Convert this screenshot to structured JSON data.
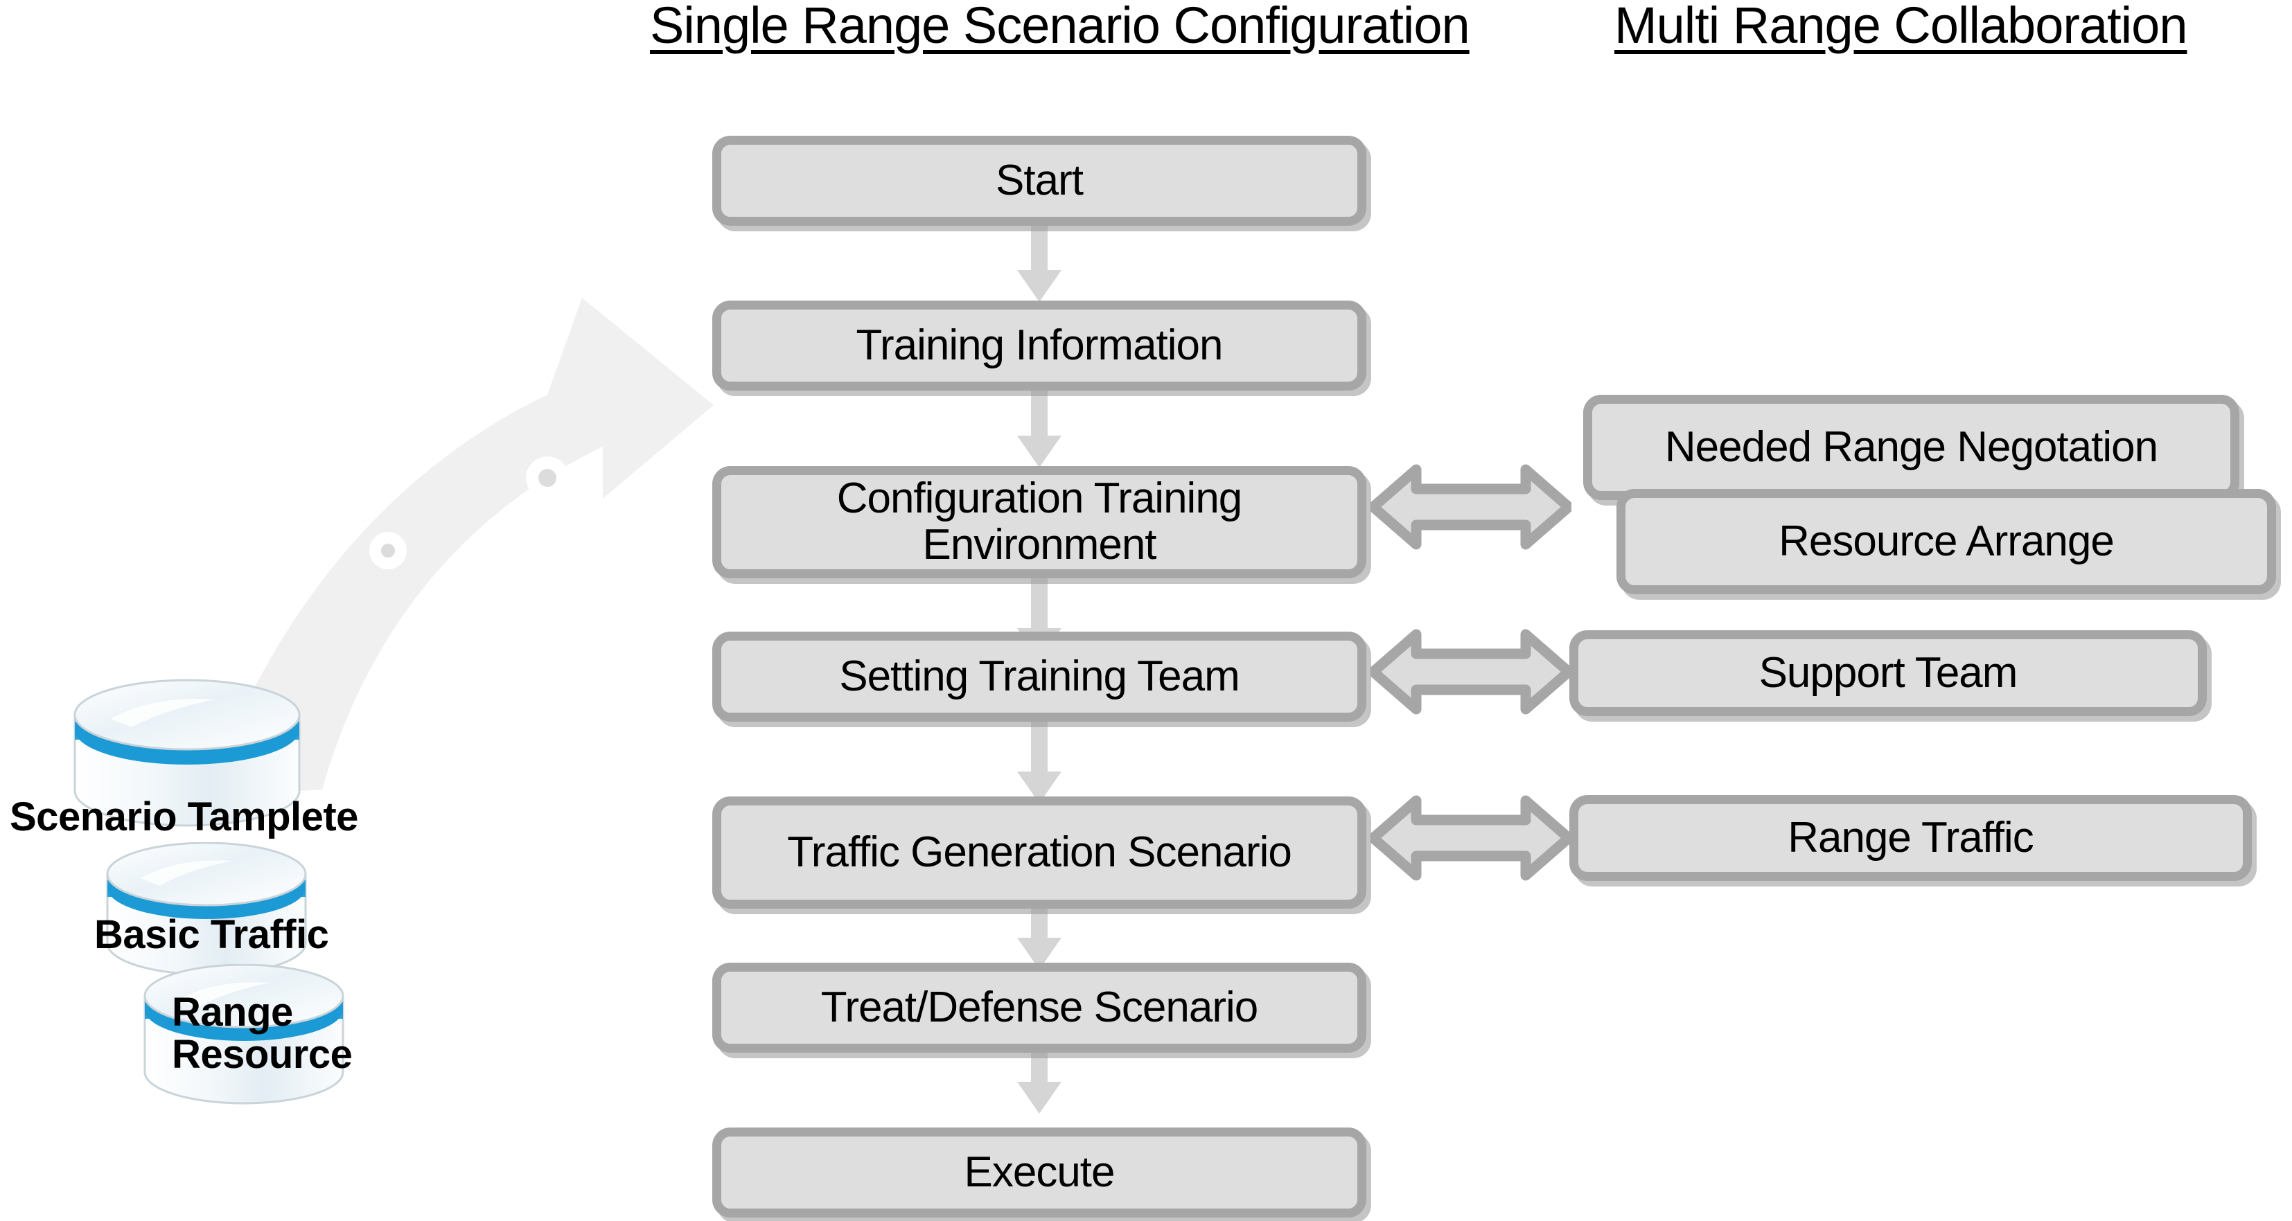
{
  "headings": {
    "left": "Single Range Scenario Configuration",
    "right": "Multi Range Collaboration"
  },
  "colors": {
    "box_fill": "#dededf",
    "box_border": "#a6a6a6",
    "box_shadow": "#969696",
    "arrow_fill": "#d5d5d5",
    "arrow_outline": "#a6a6a6",
    "swoosh_fill": "#f0f0f0",
    "cylinder_band": "#1b9ad6",
    "cylinder_body": "#eef3f6",
    "text": "#000000"
  },
  "flow": {
    "steps": [
      {
        "id": "start",
        "label": "Start"
      },
      {
        "id": "training-info",
        "label": "Training Information"
      },
      {
        "id": "config-env",
        "label": "Configuration Training Environment"
      },
      {
        "id": "setting-team",
        "label": "Setting Training Team"
      },
      {
        "id": "traffic-gen",
        "label": "Traffic Generation Scenario"
      },
      {
        "id": "treat-defense",
        "label": "Treat/Defense Scenario"
      },
      {
        "id": "execute",
        "label": "Execute"
      }
    ]
  },
  "collaboration": {
    "boxes": [
      {
        "id": "needed-range-negotation",
        "label": "Needed Range Negotation"
      },
      {
        "id": "resource-arrange",
        "label": "Resource Arrange"
      },
      {
        "id": "support-team",
        "label": "Support Team"
      },
      {
        "id": "range-traffic",
        "label": "Range Traffic"
      }
    ]
  },
  "datastore": {
    "cylinders": [
      {
        "id": "scenario-tamplete",
        "label": "Scenario Tamplete"
      },
      {
        "id": "basic-traffic",
        "label": "Basic Traffic"
      },
      {
        "id": "range-resource",
        "label": "Range\nResource"
      }
    ],
    "range_resource_line1": "Range",
    "range_resource_line2": "Resource"
  },
  "icons": {
    "down_arrow": "down-arrow-icon",
    "double_arrow": "double-headed-arrow-icon",
    "curved_arrow": "curved-swoosh-arrow-icon",
    "database": "database-cylinder-icon"
  }
}
